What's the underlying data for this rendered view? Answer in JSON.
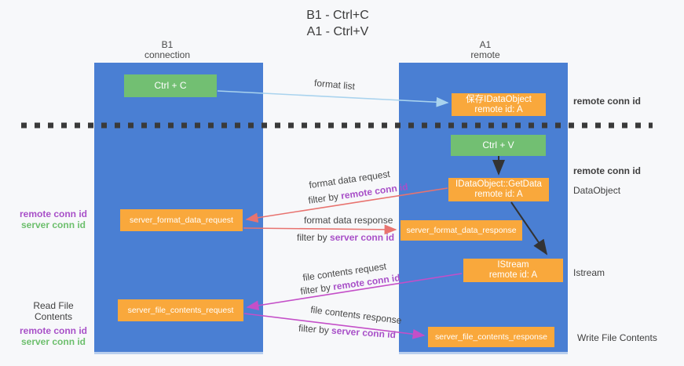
{
  "title": {
    "line1": "B1 - Ctrl+C",
    "line2": "A1 - Ctrl+V"
  },
  "columns": {
    "left": {
      "title": "B1",
      "subtitle": "connection"
    },
    "right": {
      "title": "A1",
      "subtitle": "remote"
    }
  },
  "nodes": {
    "ctrl_c": {
      "label": "Ctrl + C"
    },
    "save_idataobject": {
      "line1": "保存IDataObject",
      "line2": "remote id: A"
    },
    "ctrl_v": {
      "label": "Ctrl + V"
    },
    "getdata": {
      "line1": "IDataObject::GetData",
      "line2": "remote id: A"
    },
    "server_format_data_request": {
      "label": "server_format_data_request"
    },
    "server_format_data_response": {
      "label": "server_format_data_response"
    },
    "istream": {
      "line1": "IStream",
      "line2": "remote id: A"
    },
    "server_file_contents_request": {
      "label": "server_file_contents_request"
    },
    "server_file_contents_response": {
      "label": "server_file_contents_response"
    }
  },
  "edges": {
    "format_list": "format list",
    "format_data_request": "format data request",
    "format_data_response": "format data response",
    "file_contents_request": "file contents request",
    "file_contents_response": "file contents response",
    "filter_by": "filter by",
    "remote_conn_id": "remote conn id",
    "server_conn_id": "server conn id"
  },
  "side_labels": {
    "remote_conn_id": "remote conn id",
    "server_conn_id": "server conn id",
    "dataobject": "DataObject",
    "istream": "Istream",
    "read_file_contents": "Read File Contents",
    "write_file_contents": "Write File Contents"
  },
  "colors": {
    "lane_blue": "#4a7fd3",
    "box_green": "#72bf72",
    "box_orange": "#f9a83c",
    "arrow_salmon": "#e8736f",
    "arrow_magenta": "#c44fc8",
    "arrow_lightblue": "#a9d3ee",
    "arrow_black": "#333333",
    "text_purple": "#a850c8",
    "text_green": "#6dbf6d"
  }
}
